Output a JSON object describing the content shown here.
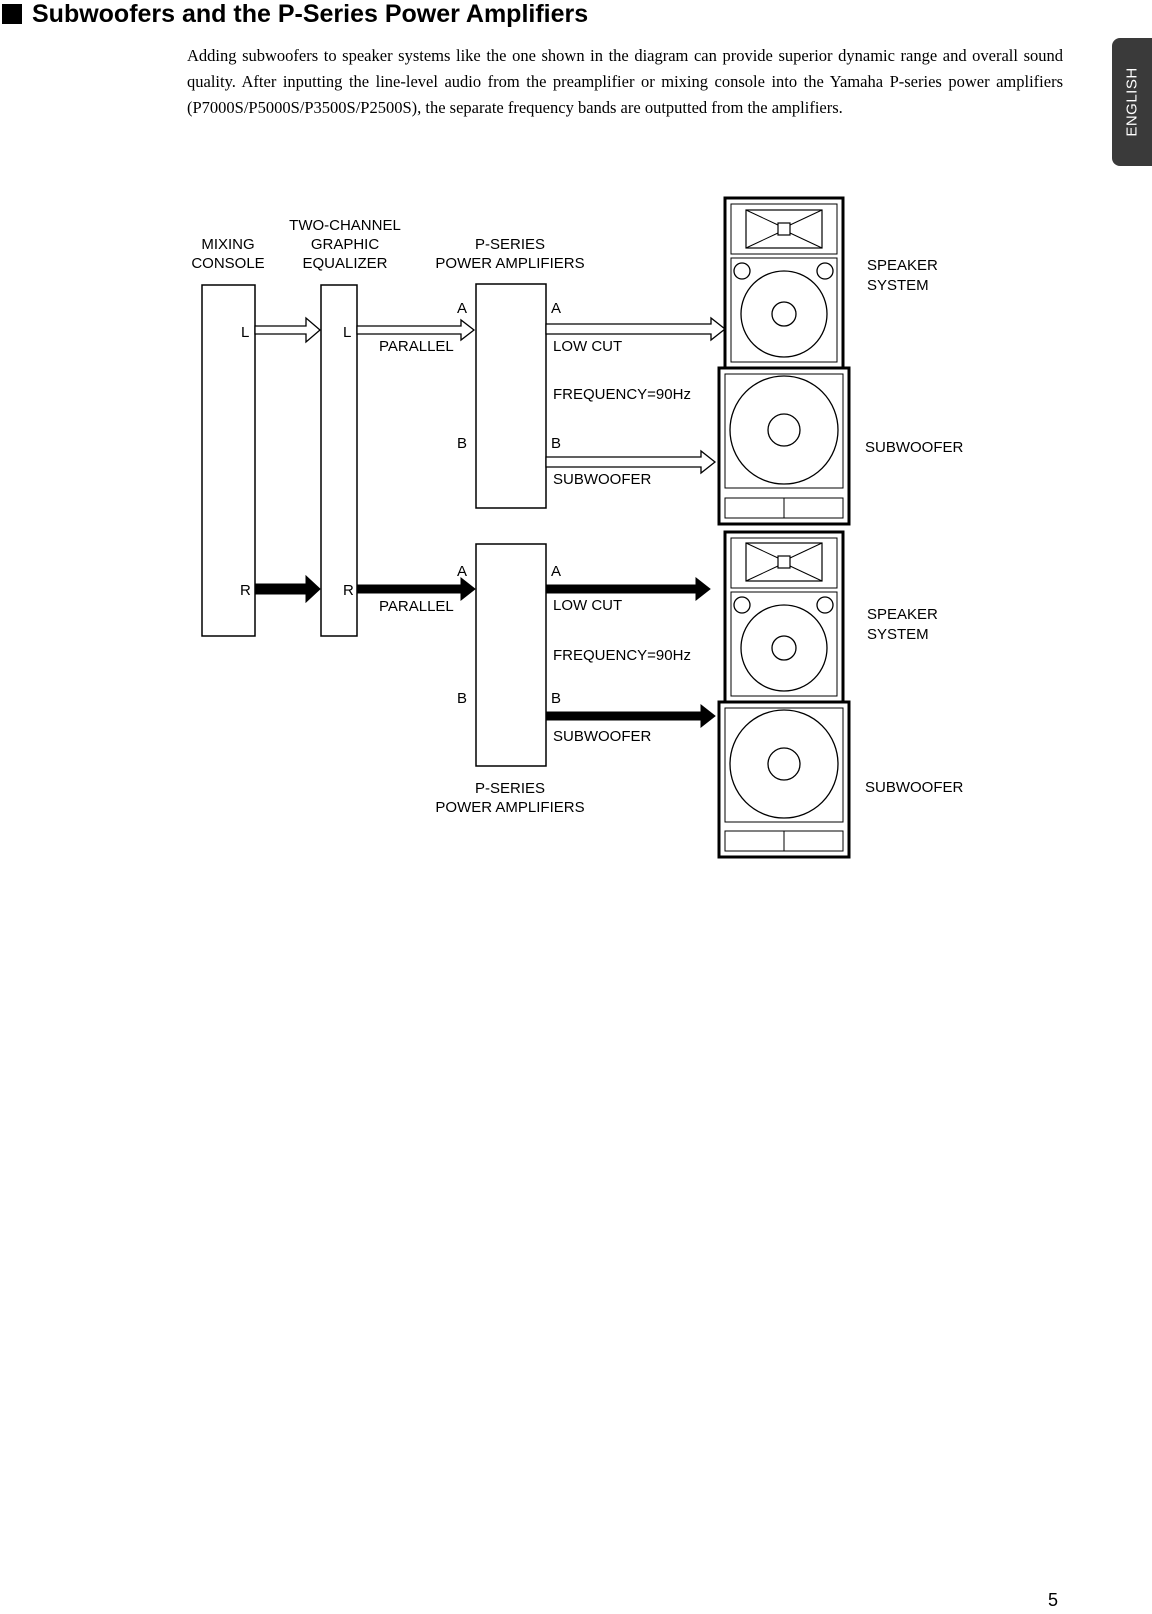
{
  "section": {
    "title": "Subwoofers and the P-Series Power Amplifiers",
    "intro": "Adding subwoofers to speaker systems like the one shown in the diagram can provide superior dynamic range and overall sound quality. After inputting the line-level audio from the preamplifier or mixing console into the Yamaha P-series power amplifiers (P7000S/P5000S/P3500S/P2500S), the separate frequency bands are outputted from the amplifiers."
  },
  "language_tab": "ENGLISH",
  "page_number": "5",
  "diagram": {
    "mixing_console": {
      "line1": "MIXING",
      "line2": "CONSOLE",
      "left": "L",
      "right": "R"
    },
    "equalizer": {
      "line1": "TWO-CHANNEL",
      "line2": "GRAPHIC",
      "line3": "EQUALIZER",
      "left": "L",
      "right": "R"
    },
    "amp_top": {
      "line1": "P-SERIES",
      "line2": "POWER AMPLIFIERS",
      "in_a": "A",
      "in_b": "B",
      "out_a": "A",
      "out_b": "B",
      "mode": "PARALLEL",
      "low_cut": "LOW CUT",
      "frequency": "FREQUENCY=90Hz",
      "sub_out": "SUBWOOFER"
    },
    "amp_bottom": {
      "line1": "P-SERIES",
      "line2": "POWER AMPLIFIERS",
      "in_a": "A",
      "in_b": "B",
      "out_a": "A",
      "out_b": "B",
      "mode": "PARALLEL",
      "low_cut": "LOW CUT",
      "frequency": "FREQUENCY=90Hz",
      "sub_out": "SUBWOOFER"
    },
    "speaker_top": {
      "line1": "SPEAKER",
      "line2": "SYSTEM"
    },
    "subwoofer_top": "SUBWOOFER",
    "speaker_bottom": {
      "line1": "SPEAKER",
      "line2": "SYSTEM"
    },
    "subwoofer_bottom": "SUBWOOFER"
  }
}
